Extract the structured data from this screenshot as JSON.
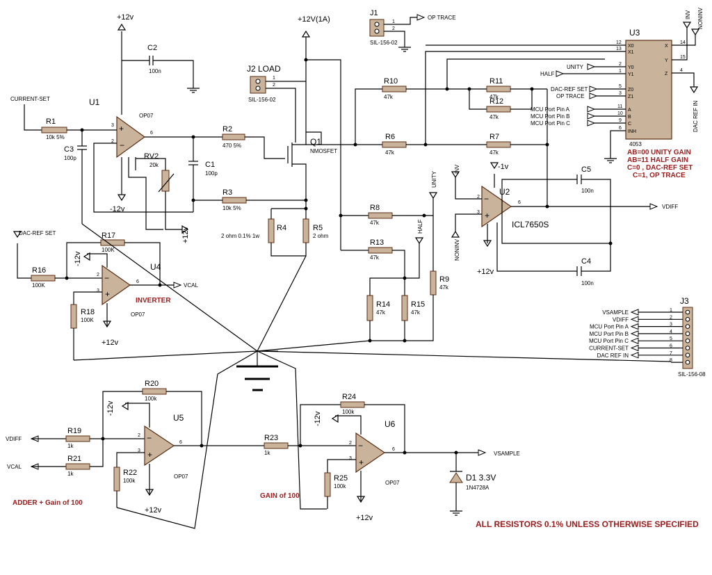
{
  "power": {
    "plus12_top": "+12v",
    "load_supply": "+12V(1A)",
    "minus12_u1": "-12v",
    "plus12_rv2": "+12v",
    "minus12_u4": "-12v",
    "plus12_u4": "+12v",
    "minus12_u2": "-1v",
    "plus12_u2": "+12v",
    "minus12_u5": "-12v",
    "plus12_u5": "+12v",
    "minus12_u6": "-12v",
    "plus12_u6": "+12v"
  },
  "components": {
    "U1": {
      "ref": "U1",
      "part": "OP07"
    },
    "U2": {
      "ref": "U2",
      "part": "ICL7650S"
    },
    "U3": {
      "ref": "U3",
      "part": "4053"
    },
    "U4": {
      "ref": "U4",
      "part": "OP07"
    },
    "U5": {
      "ref": "U5",
      "part": "OP07"
    },
    "U6": {
      "ref": "U6",
      "part": "OP07"
    },
    "Q1": {
      "ref": "Q1",
      "part": "NMOSFET"
    },
    "J1": {
      "ref": "J1",
      "part": "SIL-156-02"
    },
    "J2": {
      "ref": "J2 LOAD",
      "part": "SIL-156-02"
    },
    "J3": {
      "ref": "J3",
      "part": "SIL-156-08"
    },
    "D1": {
      "ref": "D1 3.3V",
      "part": "1N4728A"
    },
    "RV2": {
      "ref": "RV2",
      "value": "20k"
    },
    "C1": {
      "ref": "C1",
      "value": "100p"
    },
    "C2": {
      "ref": "C2",
      "value": "100n"
    },
    "C3": {
      "ref": "C3",
      "value": "100p"
    },
    "C4": {
      "ref": "C4",
      "value": "100n"
    },
    "C5": {
      "ref": "C5",
      "value": "100n"
    },
    "R1": {
      "ref": "R1",
      "value": "10k 5%"
    },
    "R2": {
      "ref": "R2",
      "value": "470 5%"
    },
    "R3": {
      "ref": "R3",
      "value": "10k 5%"
    },
    "R4": {
      "ref": "R4",
      "value": "2 ohm 0.1% 1w"
    },
    "R5": {
      "ref": "R5",
      "value": "2 ohm"
    },
    "R6": {
      "ref": "R6",
      "value": "47k"
    },
    "R7": {
      "ref": "R7",
      "value": "47k"
    },
    "R8": {
      "ref": "R8",
      "value": "47k"
    },
    "R9": {
      "ref": "R9",
      "value": "47k"
    },
    "R10": {
      "ref": "R10",
      "value": "47k"
    },
    "R11": {
      "ref": "R11",
      "value": "47k"
    },
    "R12": {
      "ref": "R12",
      "value": "47k"
    },
    "R13": {
      "ref": "R13",
      "value": "47k"
    },
    "R14": {
      "ref": "R14",
      "value": "47k"
    },
    "R15": {
      "ref": "R15",
      "value": "47k"
    },
    "R16": {
      "ref": "R16",
      "value": "100K"
    },
    "R17": {
      "ref": "R17",
      "value": "100K"
    },
    "R18": {
      "ref": "R18",
      "value": "100K"
    },
    "R19": {
      "ref": "R19",
      "value": "1k"
    },
    "R20": {
      "ref": "R20",
      "value": "100k"
    },
    "R21": {
      "ref": "R21",
      "value": "1k"
    },
    "R22": {
      "ref": "R22",
      "value": "100k"
    },
    "R23": {
      "ref": "R23",
      "value": "1k"
    },
    "R24": {
      "ref": "R24",
      "value": "100k"
    },
    "R25": {
      "ref": "R25",
      "value": "100k"
    }
  },
  "nets": {
    "current_set": "CURRENT-SET",
    "dac_ref_set": "DAC-REF SET",
    "vcal": "VCAL",
    "vdiff": "VDIFF",
    "vsample": "VSAMPLE",
    "op_trace": "OP TRACE",
    "unity": "UNITY",
    "half": "HALF",
    "inv": "INV",
    "noninv": "NONINV",
    "dac_ref_in": "DAC REF IN",
    "mcu_a": "MCU Port Pin A",
    "mcu_b": "MCU Port Pin B",
    "mcu_c": "MCU Port Pin C"
  },
  "u3_pins_left": [
    "X0",
    "X1",
    "Y0",
    "Y1",
    "Z0",
    "Z1",
    "A",
    "B",
    "C",
    "INH"
  ],
  "u3_pins_right": [
    "X",
    "Y",
    "Z"
  ],
  "j3_labels": [
    "VSAMPLE",
    "VDIFF",
    "MCU Port Pin A",
    "MCU Port Pin B",
    "MCU Port Pin C",
    "CURRENT-SET",
    "DAC REF IN"
  ],
  "notes": {
    "truth1": "AB=00 UNITY GAIN",
    "truth2": "AB=11 HALF GAIN",
    "truth3": "C=0 , DAC-REF SET",
    "truth4": "C=1, OP TRACE",
    "inverter": "INVERTER",
    "adder": "ADDER + Gain of 100",
    "gain100": "GAIN of 100",
    "resistors": "ALL RESISTORS 0.1% UNLESS OTHERWISE SPECIFIED"
  },
  "colors": {
    "body": "#c9b39a",
    "outline": "#5b2b12",
    "accent_red": "#9b1b1b"
  }
}
